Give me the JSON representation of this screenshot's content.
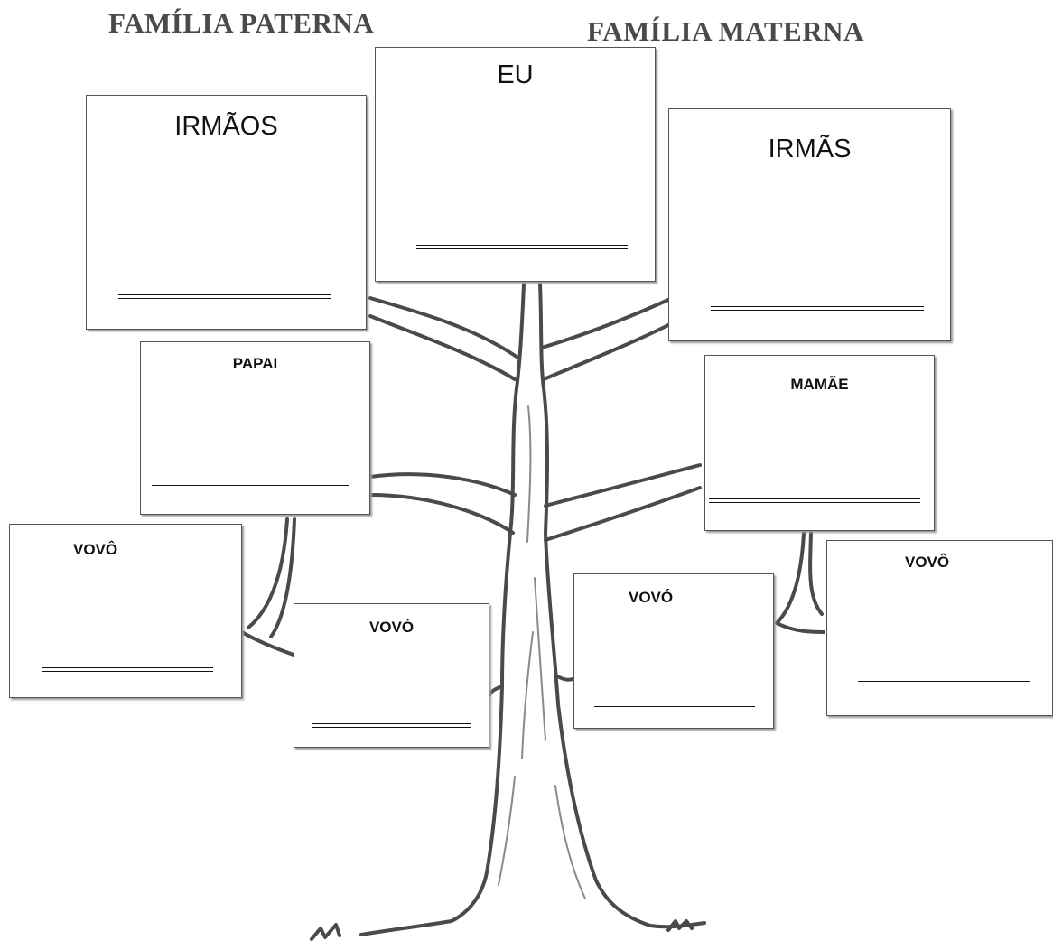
{
  "headings": {
    "paternal": "FAMÍLIA PATERNA",
    "maternal": "FAMÍLIA MATERNA"
  },
  "cards": {
    "eu": "EU",
    "irmaos": "IRMÃOS",
    "irmas": "IRMÃS",
    "papai": "PAPAI",
    "mamae": "MAMÃE",
    "vovo_paternal_grandfather": "VOVÔ",
    "vovo_paternal_grandmother": "VOVÓ",
    "vovo_maternal_grandmother": "VOVÓ",
    "vovo_maternal_grandfather": "VOVÔ"
  },
  "colors": {
    "tree_outline": "#4a4a4a",
    "heading_text": "#4a4a4a",
    "card_border": "#555555"
  }
}
